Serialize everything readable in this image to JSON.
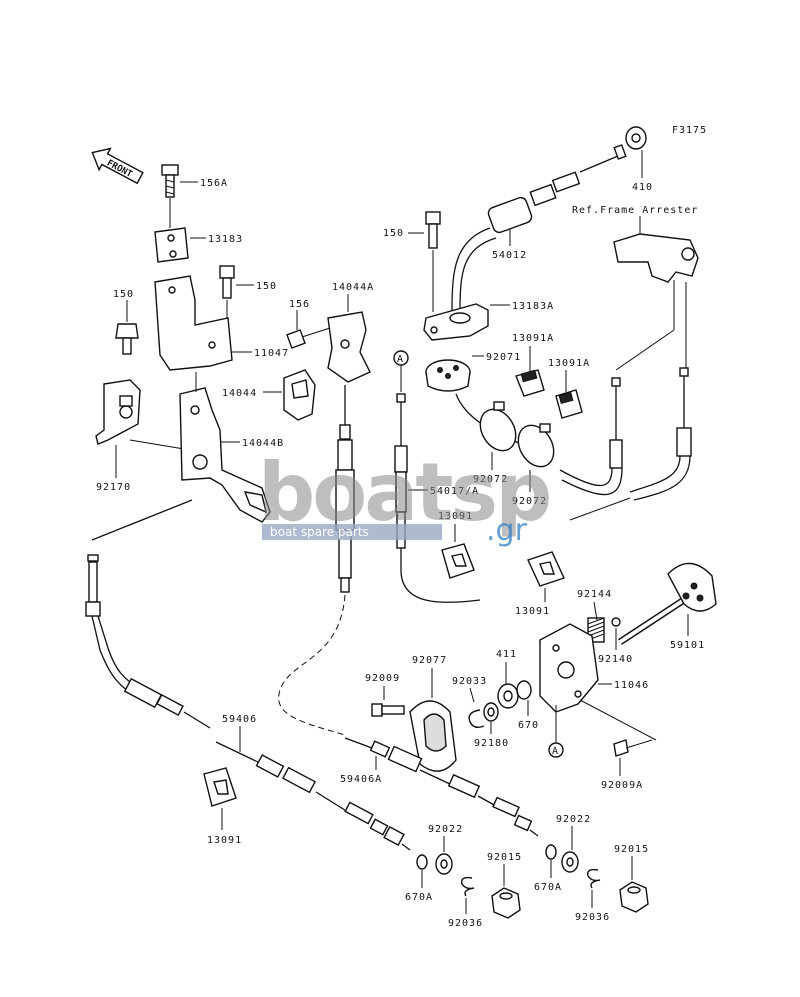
{
  "figure_code": "F3175",
  "front_label": "FRONT",
  "reference_note": "Ref.Frame Arrester",
  "callout_letter": "A",
  "watermark": {
    "main": "boatsp",
    "sub": "boat spare parts",
    "suffix": ".gr"
  },
  "parts": {
    "p156A": "156A",
    "p13183": "13183",
    "p150a": "150",
    "p150b": "150",
    "p150c": "150",
    "p11047": "11047",
    "p156": "156",
    "p14044A": "14044A",
    "p14044": "14044",
    "p14044B": "14044B",
    "p92170": "92170",
    "p54012": "54012",
    "p13183A": "13183A",
    "p92071": "92071",
    "p13091A_a": "13091A",
    "p13091A_b": "13091A",
    "p410": "410",
    "p92072_a": "92072",
    "p92072_b": "92072",
    "p54017A": "54017/A",
    "p13091_a": "13091",
    "p13091_b": "13091",
    "p13091_c": "13091",
    "p92144": "92144",
    "p92140": "92140",
    "p59101": "59101",
    "p11046": "11046",
    "p92077": "92077",
    "p411": "411",
    "p92009": "92009",
    "p92033": "92033",
    "p670": "670",
    "p92180": "92180",
    "p92009A": "92009A",
    "p59406": "59406",
    "p59406A": "59406A",
    "p92022_a": "92022",
    "p92022_b": "92022",
    "p92015_a": "92015",
    "p92015_b": "92015",
    "p670A_a": "670A",
    "p670A_b": "670A",
    "p92036_a": "92036",
    "p92036_b": "92036"
  },
  "colors": {
    "line": "#111111",
    "watermark_gray": "#8a8a8a",
    "watermark_blue": "#2f7fc1"
  }
}
